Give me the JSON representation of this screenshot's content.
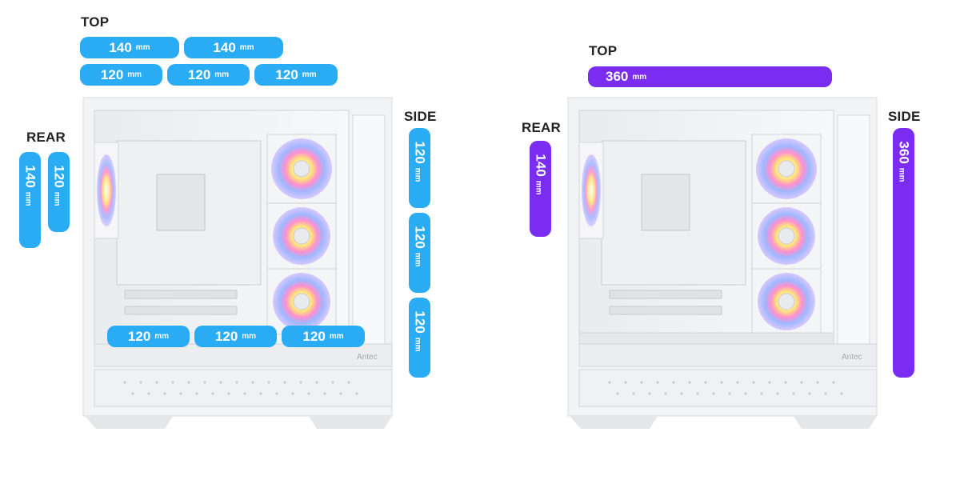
{
  "colors": {
    "blue_pill": "#2aacf5",
    "purple_pill": "#7a2cf0",
    "heading": "#222222"
  },
  "left": {
    "top_heading": "TOP",
    "rear_heading": "REAR",
    "side_heading": "SIDE",
    "top_row1": [
      {
        "num": "140",
        "unit": "mm"
      },
      {
        "num": "140",
        "unit": "mm"
      }
    ],
    "top_row2": [
      {
        "num": "120",
        "unit": "mm"
      },
      {
        "num": "120",
        "unit": "mm"
      },
      {
        "num": "120",
        "unit": "mm"
      }
    ],
    "rear": [
      {
        "num": "140",
        "unit": "mm"
      },
      {
        "num": "120",
        "unit": "mm"
      }
    ],
    "side": [
      {
        "num": "120",
        "unit": "mm"
      },
      {
        "num": "120",
        "unit": "mm"
      },
      {
        "num": "120",
        "unit": "mm"
      }
    ],
    "bottom": [
      {
        "num": "120",
        "unit": "mm"
      },
      {
        "num": "120",
        "unit": "mm"
      },
      {
        "num": "120",
        "unit": "mm"
      }
    ],
    "brand": "Antec"
  },
  "right": {
    "top_heading": "TOP",
    "rear_heading": "REAR",
    "side_heading": "SIDE",
    "top": {
      "num": "360",
      "unit": "mm"
    },
    "rear": {
      "num": "140",
      "unit": "mm"
    },
    "side": {
      "num": "360",
      "unit": "mm"
    },
    "brand": "Antec"
  },
  "icons": [
    "pc-case-illustration",
    "rgb-fan-icon"
  ]
}
